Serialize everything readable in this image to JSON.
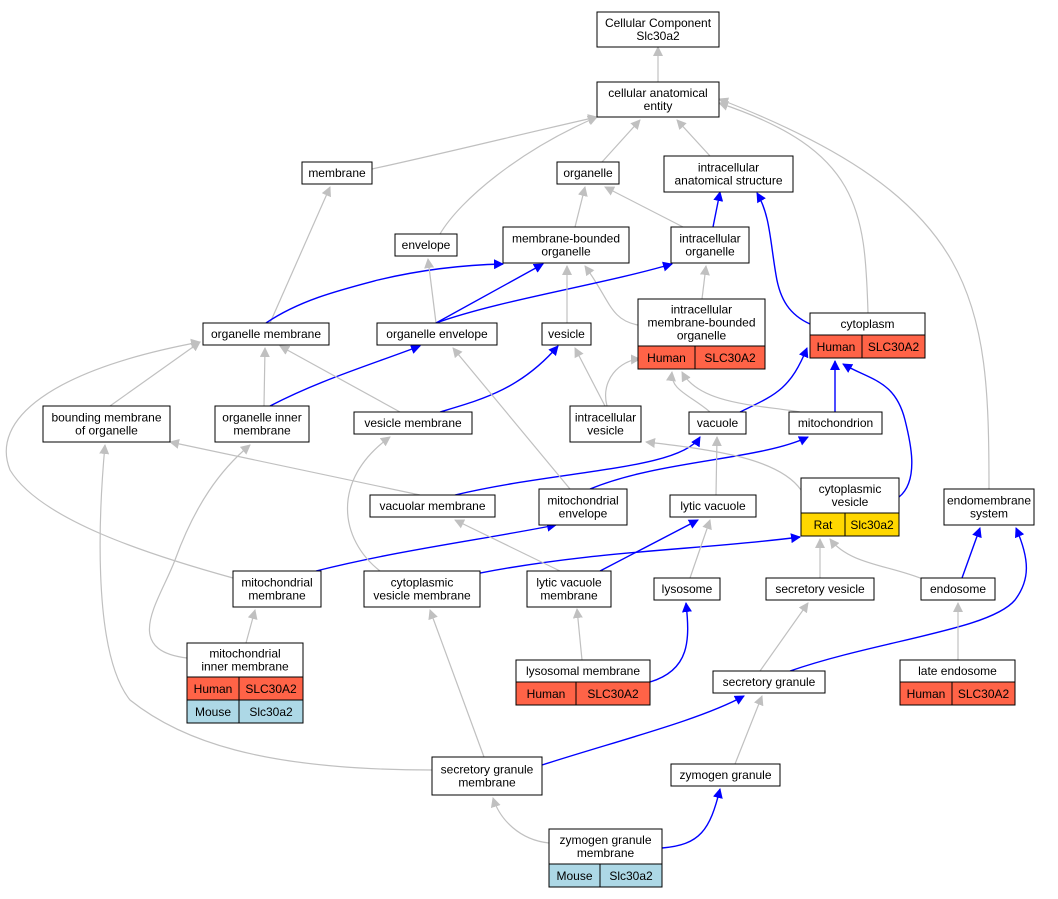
{
  "colors": {
    "edge_gray": "#c0c0c0",
    "edge_blue": "#0000ff",
    "human": "#ff6347",
    "mouse": "#add8e6",
    "rat": "#ffd700"
  },
  "nodes": {
    "root": {
      "lines": [
        "Cellular Component",
        "Slc30a2"
      ]
    },
    "cae": {
      "lines": [
        "cellular anatomical",
        "entity"
      ]
    },
    "membrane": {
      "lines": [
        "membrane"
      ]
    },
    "organelle": {
      "lines": [
        "organelle"
      ]
    },
    "ias": {
      "lines": [
        "intracellular",
        "anatomical structure"
      ]
    },
    "envelope": {
      "lines": [
        "envelope"
      ]
    },
    "mbo": {
      "lines": [
        "membrane-bounded",
        "organelle"
      ]
    },
    "io": {
      "lines": [
        "intracellular",
        "organelle"
      ]
    },
    "imbo": {
      "lines": [
        "intracellular",
        "membrane-bounded",
        "organelle"
      ],
      "species": [
        [
          "Human",
          "SLC30A2"
        ]
      ]
    },
    "cytoplasm": {
      "lines": [
        "cytoplasm"
      ],
      "species": [
        [
          "Human",
          "SLC30A2"
        ]
      ]
    },
    "om": {
      "lines": [
        "organelle membrane"
      ]
    },
    "oe": {
      "lines": [
        "organelle envelope"
      ]
    },
    "vesicle": {
      "lines": [
        "vesicle"
      ]
    },
    "bmo": {
      "lines": [
        "bounding membrane",
        "of organelle"
      ]
    },
    "oim": {
      "lines": [
        "organelle inner",
        "membrane"
      ]
    },
    "vm": {
      "lines": [
        "vesicle membrane"
      ]
    },
    "iv": {
      "lines": [
        "intracellular",
        "vesicle"
      ]
    },
    "vacuole": {
      "lines": [
        "vacuole"
      ]
    },
    "mito": {
      "lines": [
        "mitochondrion"
      ]
    },
    "vacm": {
      "lines": [
        "vacuolar membrane"
      ]
    },
    "me": {
      "lines": [
        "mitochondrial",
        "envelope"
      ]
    },
    "lv": {
      "lines": [
        "lytic vacuole"
      ]
    },
    "cv": {
      "lines": [
        "cytoplasmic",
        "vesicle"
      ],
      "species": [
        [
          "Rat",
          "Slc30a2"
        ]
      ]
    },
    "es": {
      "lines": [
        "endomembrane",
        "system"
      ]
    },
    "mm": {
      "lines": [
        "mitochondrial",
        "membrane"
      ]
    },
    "cvm": {
      "lines": [
        "cytoplasmic",
        "vesicle membrane"
      ]
    },
    "lvm": {
      "lines": [
        "lytic vacuole",
        "membrane"
      ]
    },
    "lysosome": {
      "lines": [
        "lysosome"
      ]
    },
    "sv": {
      "lines": [
        "secretory vesicle"
      ]
    },
    "endosome": {
      "lines": [
        "endosome"
      ]
    },
    "mim": {
      "lines": [
        "mitochondrial",
        "inner membrane"
      ],
      "species": [
        [
          "Human",
          "SLC30A2"
        ],
        [
          "Mouse",
          "Slc30a2"
        ]
      ]
    },
    "lm": {
      "lines": [
        "lysosomal membrane"
      ],
      "species": [
        [
          "Human",
          "SLC30A2"
        ]
      ]
    },
    "sg": {
      "lines": [
        "secretory granule"
      ]
    },
    "le": {
      "lines": [
        "late endosome"
      ],
      "species": [
        [
          "Human",
          "SLC30A2"
        ]
      ]
    },
    "sgm": {
      "lines": [
        "secretory granule",
        "membrane"
      ]
    },
    "zg": {
      "lines": [
        "zymogen granule"
      ]
    },
    "zgm": {
      "lines": [
        "zymogen granule",
        "membrane"
      ],
      "species": [
        [
          "Mouse",
          "Slc30a2"
        ]
      ]
    }
  },
  "edges": [
    {
      "from": "cae",
      "to": "root",
      "color": "gray"
    },
    {
      "from": "membrane",
      "to": "cae",
      "color": "gray"
    },
    {
      "from": "organelle",
      "to": "cae",
      "color": "gray"
    },
    {
      "from": "ias",
      "to": "cae",
      "color": "gray"
    },
    {
      "from": "envelope",
      "to": "cae",
      "color": "gray"
    },
    {
      "from": "cytoplasm",
      "to": "cae",
      "color": "gray"
    },
    {
      "from": "es",
      "to": "cae",
      "color": "gray"
    },
    {
      "from": "mbo",
      "to": "organelle",
      "color": "gray"
    },
    {
      "from": "io",
      "to": "organelle",
      "color": "gray"
    },
    {
      "from": "io",
      "to": "ias",
      "color": "blue"
    },
    {
      "from": "cytoplasm",
      "to": "ias",
      "color": "blue"
    },
    {
      "from": "imbo",
      "to": "mbo",
      "color": "gray"
    },
    {
      "from": "imbo",
      "to": "io",
      "color": "gray"
    },
    {
      "from": "om",
      "to": "membrane",
      "color": "gray"
    },
    {
      "from": "om",
      "to": "mbo",
      "color": "blue"
    },
    {
      "from": "oe",
      "to": "envelope",
      "color": "gray"
    },
    {
      "from": "oe",
      "to": "mbo",
      "color": "blue"
    },
    {
      "from": "oe",
      "to": "io",
      "color": "blue"
    },
    {
      "from": "vesicle",
      "to": "mbo",
      "color": "gray"
    },
    {
      "from": "bmo",
      "to": "om",
      "color": "gray"
    },
    {
      "from": "oim",
      "to": "om",
      "color": "gray"
    },
    {
      "from": "oim",
      "to": "oe",
      "color": "blue"
    },
    {
      "from": "vm",
      "to": "om",
      "color": "gray"
    },
    {
      "from": "vm",
      "to": "vesicle",
      "color": "blue"
    },
    {
      "from": "iv",
      "to": "vesicle",
      "color": "gray"
    },
    {
      "from": "iv",
      "to": "imbo",
      "color": "gray"
    },
    {
      "from": "vacuole",
      "to": "imbo",
      "color": "gray"
    },
    {
      "from": "vacuole",
      "to": "cytoplasm",
      "color": "blue"
    },
    {
      "from": "mito",
      "to": "imbo",
      "color": "gray"
    },
    {
      "from": "mito",
      "to": "cytoplasm",
      "color": "blue"
    },
    {
      "from": "vacm",
      "to": "bmo",
      "color": "gray"
    },
    {
      "from": "vacm",
      "to": "vacuole",
      "color": "blue"
    },
    {
      "from": "me",
      "to": "oe",
      "color": "gray"
    },
    {
      "from": "me",
      "to": "mito",
      "color": "blue"
    },
    {
      "from": "lv",
      "to": "vacuole",
      "color": "gray"
    },
    {
      "from": "cv",
      "to": "iv",
      "color": "gray"
    },
    {
      "from": "cv",
      "to": "cytoplasm",
      "color": "blue"
    },
    {
      "from": "mm",
      "to": "om",
      "color": "gray"
    },
    {
      "from": "mm",
      "to": "me",
      "color": "blue"
    },
    {
      "from": "cvm",
      "to": "vm",
      "color": "gray"
    },
    {
      "from": "cvm",
      "to": "cv",
      "color": "blue"
    },
    {
      "from": "lvm",
      "to": "vacm",
      "color": "gray"
    },
    {
      "from": "lvm",
      "to": "lv",
      "color": "blue"
    },
    {
      "from": "lysosome",
      "to": "lv",
      "color": "gray"
    },
    {
      "from": "sv",
      "to": "cv",
      "color": "gray"
    },
    {
      "from": "endosome",
      "to": "cv",
      "color": "gray"
    },
    {
      "from": "endosome",
      "to": "es",
      "color": "blue"
    },
    {
      "from": "mim",
      "to": "oim",
      "color": "gray"
    },
    {
      "from": "mim",
      "to": "mm",
      "color": "gray"
    },
    {
      "from": "lm",
      "to": "lvm",
      "color": "gray"
    },
    {
      "from": "lm",
      "to": "lysosome",
      "color": "blue"
    },
    {
      "from": "sg",
      "to": "sv",
      "color": "gray"
    },
    {
      "from": "sg",
      "to": "es",
      "color": "blue"
    },
    {
      "from": "le",
      "to": "endosome",
      "color": "gray"
    },
    {
      "from": "sgm",
      "to": "bmo",
      "color": "gray"
    },
    {
      "from": "sgm",
      "to": "cvm",
      "color": "gray"
    },
    {
      "from": "sgm",
      "to": "sg",
      "color": "blue"
    },
    {
      "from": "zg",
      "to": "sg",
      "color": "gray"
    },
    {
      "from": "zgm",
      "to": "sgm",
      "color": "gray"
    },
    {
      "from": "zgm",
      "to": "zg",
      "color": "blue"
    }
  ]
}
